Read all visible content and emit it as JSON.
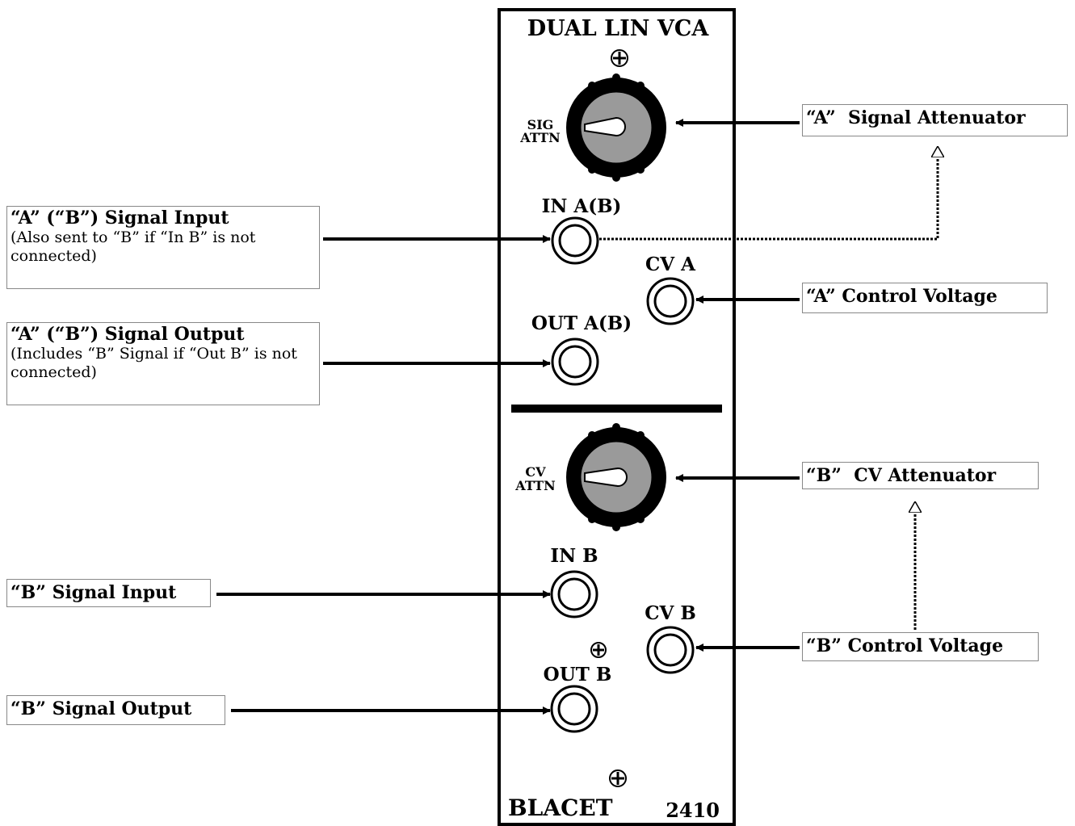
{
  "panel": {
    "title": "DUAL LIN VCA",
    "knob_sig_label_line1": "SIG",
    "knob_sig_label_line2": "ATTN",
    "knob_cv_label_line1": "CV",
    "knob_cv_label_line2": "ATTN",
    "jack_in_a": "IN A(B)",
    "jack_cv_a": "CV A",
    "jack_out_a": "OUT A(B)",
    "jack_in_b": "IN B",
    "jack_cv_b": "CV B",
    "jack_out_b": "OUT B",
    "brand": "BLACET",
    "model": "2410"
  },
  "callouts": {
    "a_signal_attenuator": "“A”  Signal Attenuator",
    "a_signal_input_title": "“A” (“B”) Signal Input",
    "a_signal_input_note": "(Also sent to “B” if “In  B” is not connected)",
    "a_control_voltage": "“A” Control Voltage",
    "a_signal_output_title": "“A” (“B”) Signal Output",
    "a_signal_output_note": "(Includes “B” Signal if  “Out B” is not connected)",
    "b_cv_attenuator": "“B”  CV Attenuator",
    "b_signal_input": "“B” Signal Input",
    "b_control_voltage": "“B” Control Voltage",
    "b_signal_output": "“B” Signal Output"
  }
}
